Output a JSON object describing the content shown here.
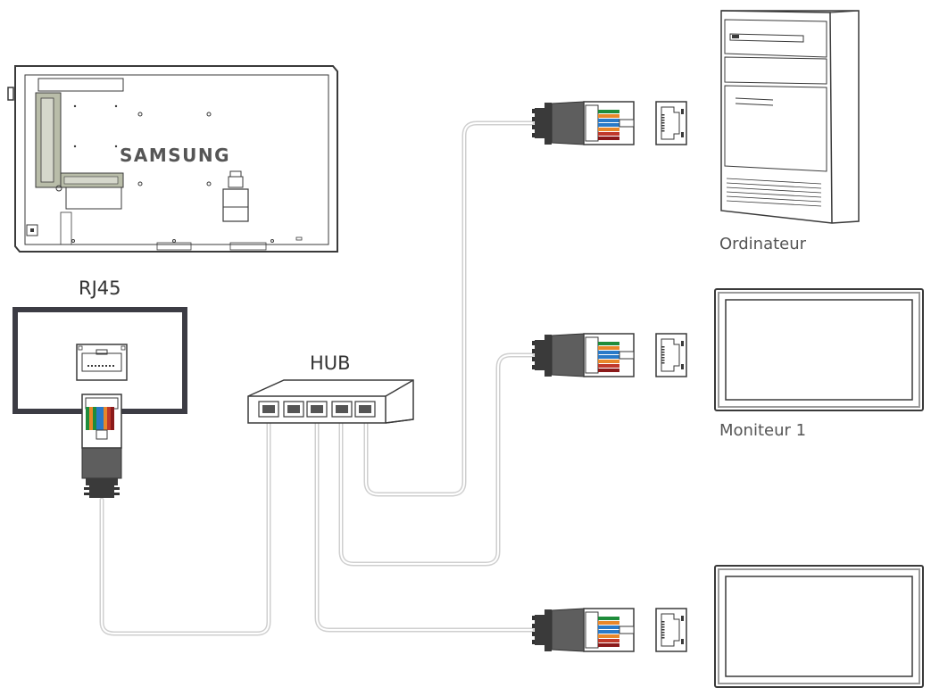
{
  "labels": {
    "brand": "SAMSUNG",
    "rj45": "RJ45",
    "hub": "HUB",
    "computer": "Ordinateur",
    "monitor1": "Moniteur 1"
  },
  "colors": {
    "outline": "#3a3a3a",
    "cable": "#c8c8c8",
    "highlight": "#b5b9a5",
    "plug_body": "#5e5e5e"
  }
}
